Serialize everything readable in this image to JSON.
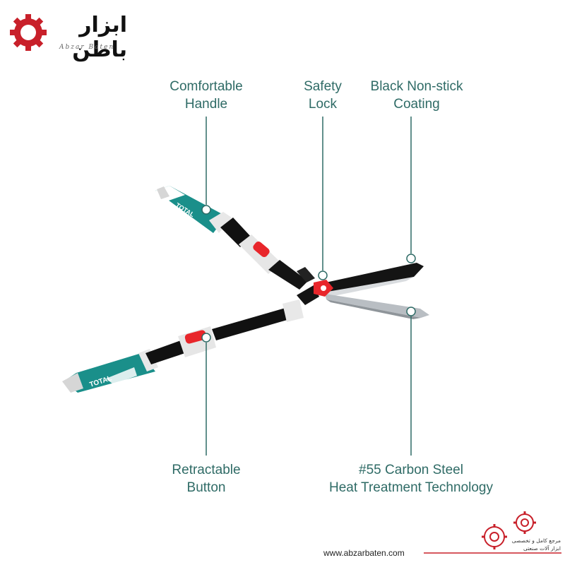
{
  "brand": {
    "logo_text": "ابزار باطن",
    "logo_subtitle": "Abzar Baten",
    "website": "www.abzarbaten.com",
    "tagline_line1": "مرجع کامل و تخصصی",
    "tagline_line2": "ابزار آلات صنعتی",
    "product_brand": "TOTAL"
  },
  "callouts": {
    "handle": {
      "line1": "Comfortable",
      "line2": "Handle"
    },
    "lock": {
      "line1": "Safety",
      "line2": "Lock"
    },
    "coating": {
      "line1": "Black Non-stick",
      "line2": "Coating"
    },
    "button": {
      "line1": "Retractable",
      "line2": "Button"
    },
    "steel": {
      "line1": "#55 Carbon Steel",
      "line2": "Heat Treatment Technology"
    }
  },
  "colors": {
    "accent": "#2f6b66",
    "teal": "#1a8f8a",
    "red": "#e8262b",
    "brand_red": "#c8202a",
    "handle_black": "#111111",
    "blade": "#b9bec3"
  },
  "icons": [
    "gear-logo-icon",
    "gears-footer-icon"
  ]
}
